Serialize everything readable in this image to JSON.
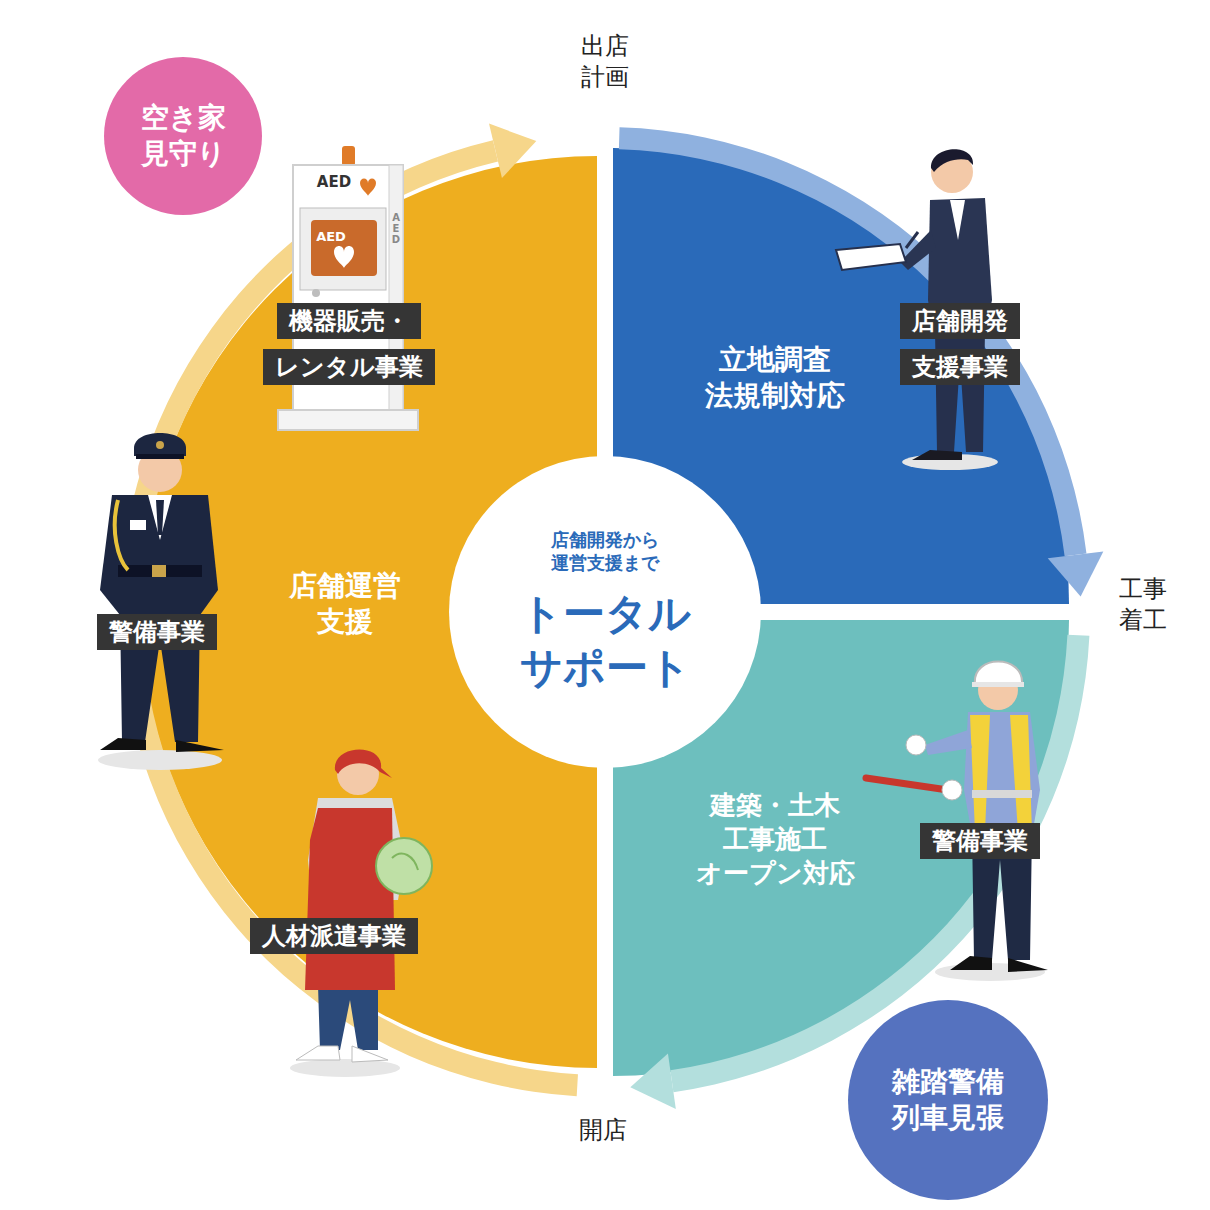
{
  "diagram": {
    "nodes": [
      {
        "text": [
          "空き家 見守り"
        ]
      },
      {
        "text": [
          "店舗運営 支援"
        ]
      },
      {
        "text": [
          "立地調査 法規制対応"
        ]
      },
      {
        "text": [
          "建築・土木 工事施工 オープン対応"
        ]
      },
      {
        "text": [
          "店舗開発から 運営支援まで",
          "トータル サポート"
        ]
      },
      {
        "text": [
          "店舗開発 支援事業"
        ]
      },
      {
        "text": [
          "機器販売・ レンタル事業"
        ]
      },
      {
        "text": [
          "警備事業"
        ]
      },
      {
        "text": [
          "人材派遣事業"
        ]
      },
      {
        "text": [
          "警備事業"
        ]
      },
      {
        "text": [
          "雑踏警備 列車見張"
        ]
      }
    ],
    "labels": [
      "出店 計画",
      "工事 着工",
      "開店",
      "AED",
      "AED",
      "AED"
    ]
  }
}
